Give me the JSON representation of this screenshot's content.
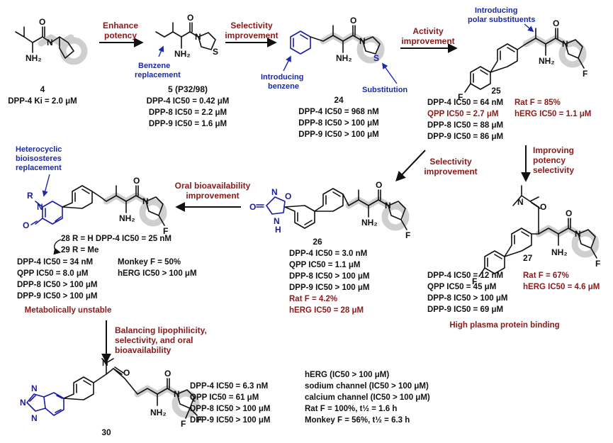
{
  "compounds": {
    "c4": {
      "label": "4",
      "lines": [
        "DPP-4 Ki = 2.0 μM"
      ]
    },
    "c5": {
      "label": "5 (P32/98)",
      "lines": [
        "DPP-4 IC50 = 0.42 μM",
        "DPP-8 IC50 = 2.2 μM",
        "DPP-9 IC50 = 1.6 μM"
      ]
    },
    "c24": {
      "label": "24",
      "lines": [
        "DPP-4 IC50 = 968 nM",
        "DPP-8 IC50 > 100 μM",
        "DPP-9 IC50 > 100 μM"
      ]
    },
    "c25": {
      "label": "25",
      "lines": [
        "DPP-4 IC50 = 64 nM",
        "QPP IC50 = 2.7 μM",
        "DPP-8 IC50 = 88 μM",
        "DPP-9 IC50 = 86 μM"
      ],
      "side": [
        "Rat F = 85%",
        "hERG IC50 = 1.1 μM"
      ]
    },
    "c26": {
      "label": "26",
      "lines": [
        "DPP-4 IC50 = 3.0 nM",
        "QPP IC50 = 1.1 μM",
        "DPP-8 IC50 > 100 μM",
        "DPP-9 IC50 > 100 μM",
        "Rat F = 4.2%",
        "hERG IC50 = 28 μM"
      ]
    },
    "c27": {
      "label": "27",
      "lines": [
        "DPP-4 IC50 = 12 nM",
        "QPP IC50 = 45 μM",
        "DPP-8 IC50 > 100 μM",
        "DPP-9 IC50 = 69 μM"
      ],
      "side": [
        "Rat F = 67%",
        "hERG IC50 = 4.6 μM"
      ],
      "footer": "High plasma protein binding"
    },
    "c28_29": {
      "r28": "28 R = H  DPP-4 IC50 = 25 nM",
      "r29": "29 R = Me",
      "lines": [
        "DPP-4 IC50 = 34 nM",
        "QPP IC50 = 8.0 μM",
        "DPP-8 IC50 > 100 μM",
        "DPP-9 IC50 > 100 μM"
      ],
      "side": [
        "Monkey F = 50%",
        "hERG IC50 > 100 μM"
      ],
      "footer": "Metabolically unstable"
    },
    "c30": {
      "label": "30",
      "lines": [
        "DPP-4 IC50 = 6.3 nM",
        "QPP IC50 = 61 μM",
        "DPP-8 IC50 > 100 μM",
        "DPP-9 IC50 > 100 μM"
      ],
      "side": [
        "hERG (IC50 > 100 μM)",
        "sodium channel (IC50 > 100 μM)",
        "calcium channel (IC50 > 100 μM)",
        "Rat F = 100%, t½ = 1.6 h",
        "Monkey F = 56%, t½ = 6.3 h"
      ]
    }
  },
  "steps": {
    "s1": [
      "Enhance",
      "potency"
    ],
    "s2": [
      "Selectivity",
      "improvement"
    ],
    "s3": [
      "Activity",
      "improvement"
    ],
    "s4": [
      "Selectivity",
      "improvement"
    ],
    "s5": [
      "Improving",
      "potency",
      "selectivity"
    ],
    "s6": [
      "Oral bioavailability",
      "improvement"
    ],
    "s7": [
      "Balancing lipophilicity,",
      "selectivity, and oral",
      "bioavailability"
    ]
  },
  "notes": {
    "benzene_replacement": [
      "Benzene",
      "replacement"
    ],
    "introducing_benzene": [
      "Introducing",
      "benzene"
    ],
    "substitution": [
      "Substitution"
    ],
    "polar_substituents": [
      "Introducing",
      "polar substituents"
    ],
    "heterocyclic": [
      "Heterocyclic",
      "bioisosteres",
      "replacement"
    ]
  },
  "atoms": {
    "N": "N",
    "O": "O",
    "S": "S",
    "F": "F",
    "NH2": "NH₂",
    "H": "H",
    "R": "R"
  },
  "colors": {
    "step": "#8b1a1a",
    "note": "#1a2aa8",
    "highlight": "#cfcfcf",
    "text": "#111111"
  }
}
